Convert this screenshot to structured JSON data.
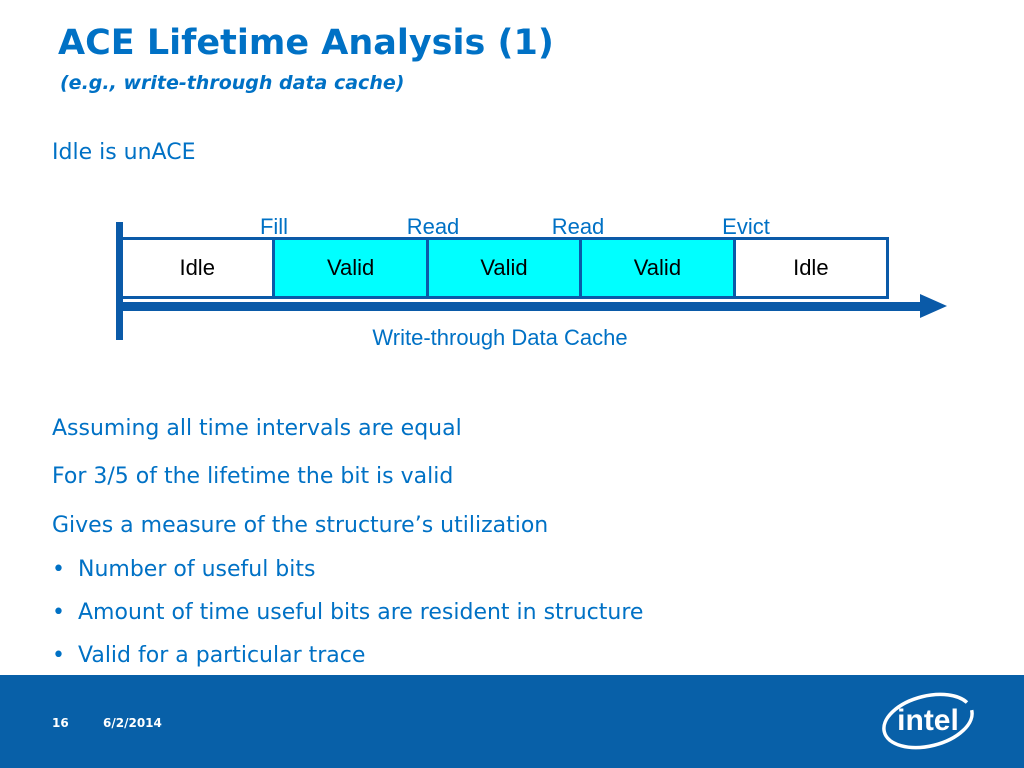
{
  "slide": {
    "title": "ACE Lifetime Analysis (1)",
    "subtitle": "(e.g., write-through data cache)",
    "intro": "Idle is unACE"
  },
  "diagram": {
    "events": [
      "Fill",
      "Read",
      "Read",
      "Evict"
    ],
    "cells": [
      {
        "label": "Idle",
        "state": "idle"
      },
      {
        "label": "Valid",
        "state": "valid"
      },
      {
        "label": "Valid",
        "state": "valid"
      },
      {
        "label": "Valid",
        "state": "valid"
      },
      {
        "label": "Idle",
        "state": "idle"
      }
    ],
    "caption": "Write-through Data Cache",
    "colors": {
      "valid": "#00ffff",
      "idle": "#ffffff",
      "line": "#0a5aa8"
    }
  },
  "body": {
    "paragraphs": [
      "Assuming all time intervals are equal",
      "For 3/5 of the lifetime the bit is valid",
      "Gives a measure of the structure’s utilization"
    ],
    "bullets": [
      "Number of useful bits",
      "Amount of time useful bits are resident in structure",
      "Valid for a particular trace"
    ],
    "bullet_glyph": "•"
  },
  "footer": {
    "slide_number": "16",
    "date": "6/2/2014",
    "logo_text": "intel",
    "color": "#0860a8"
  }
}
